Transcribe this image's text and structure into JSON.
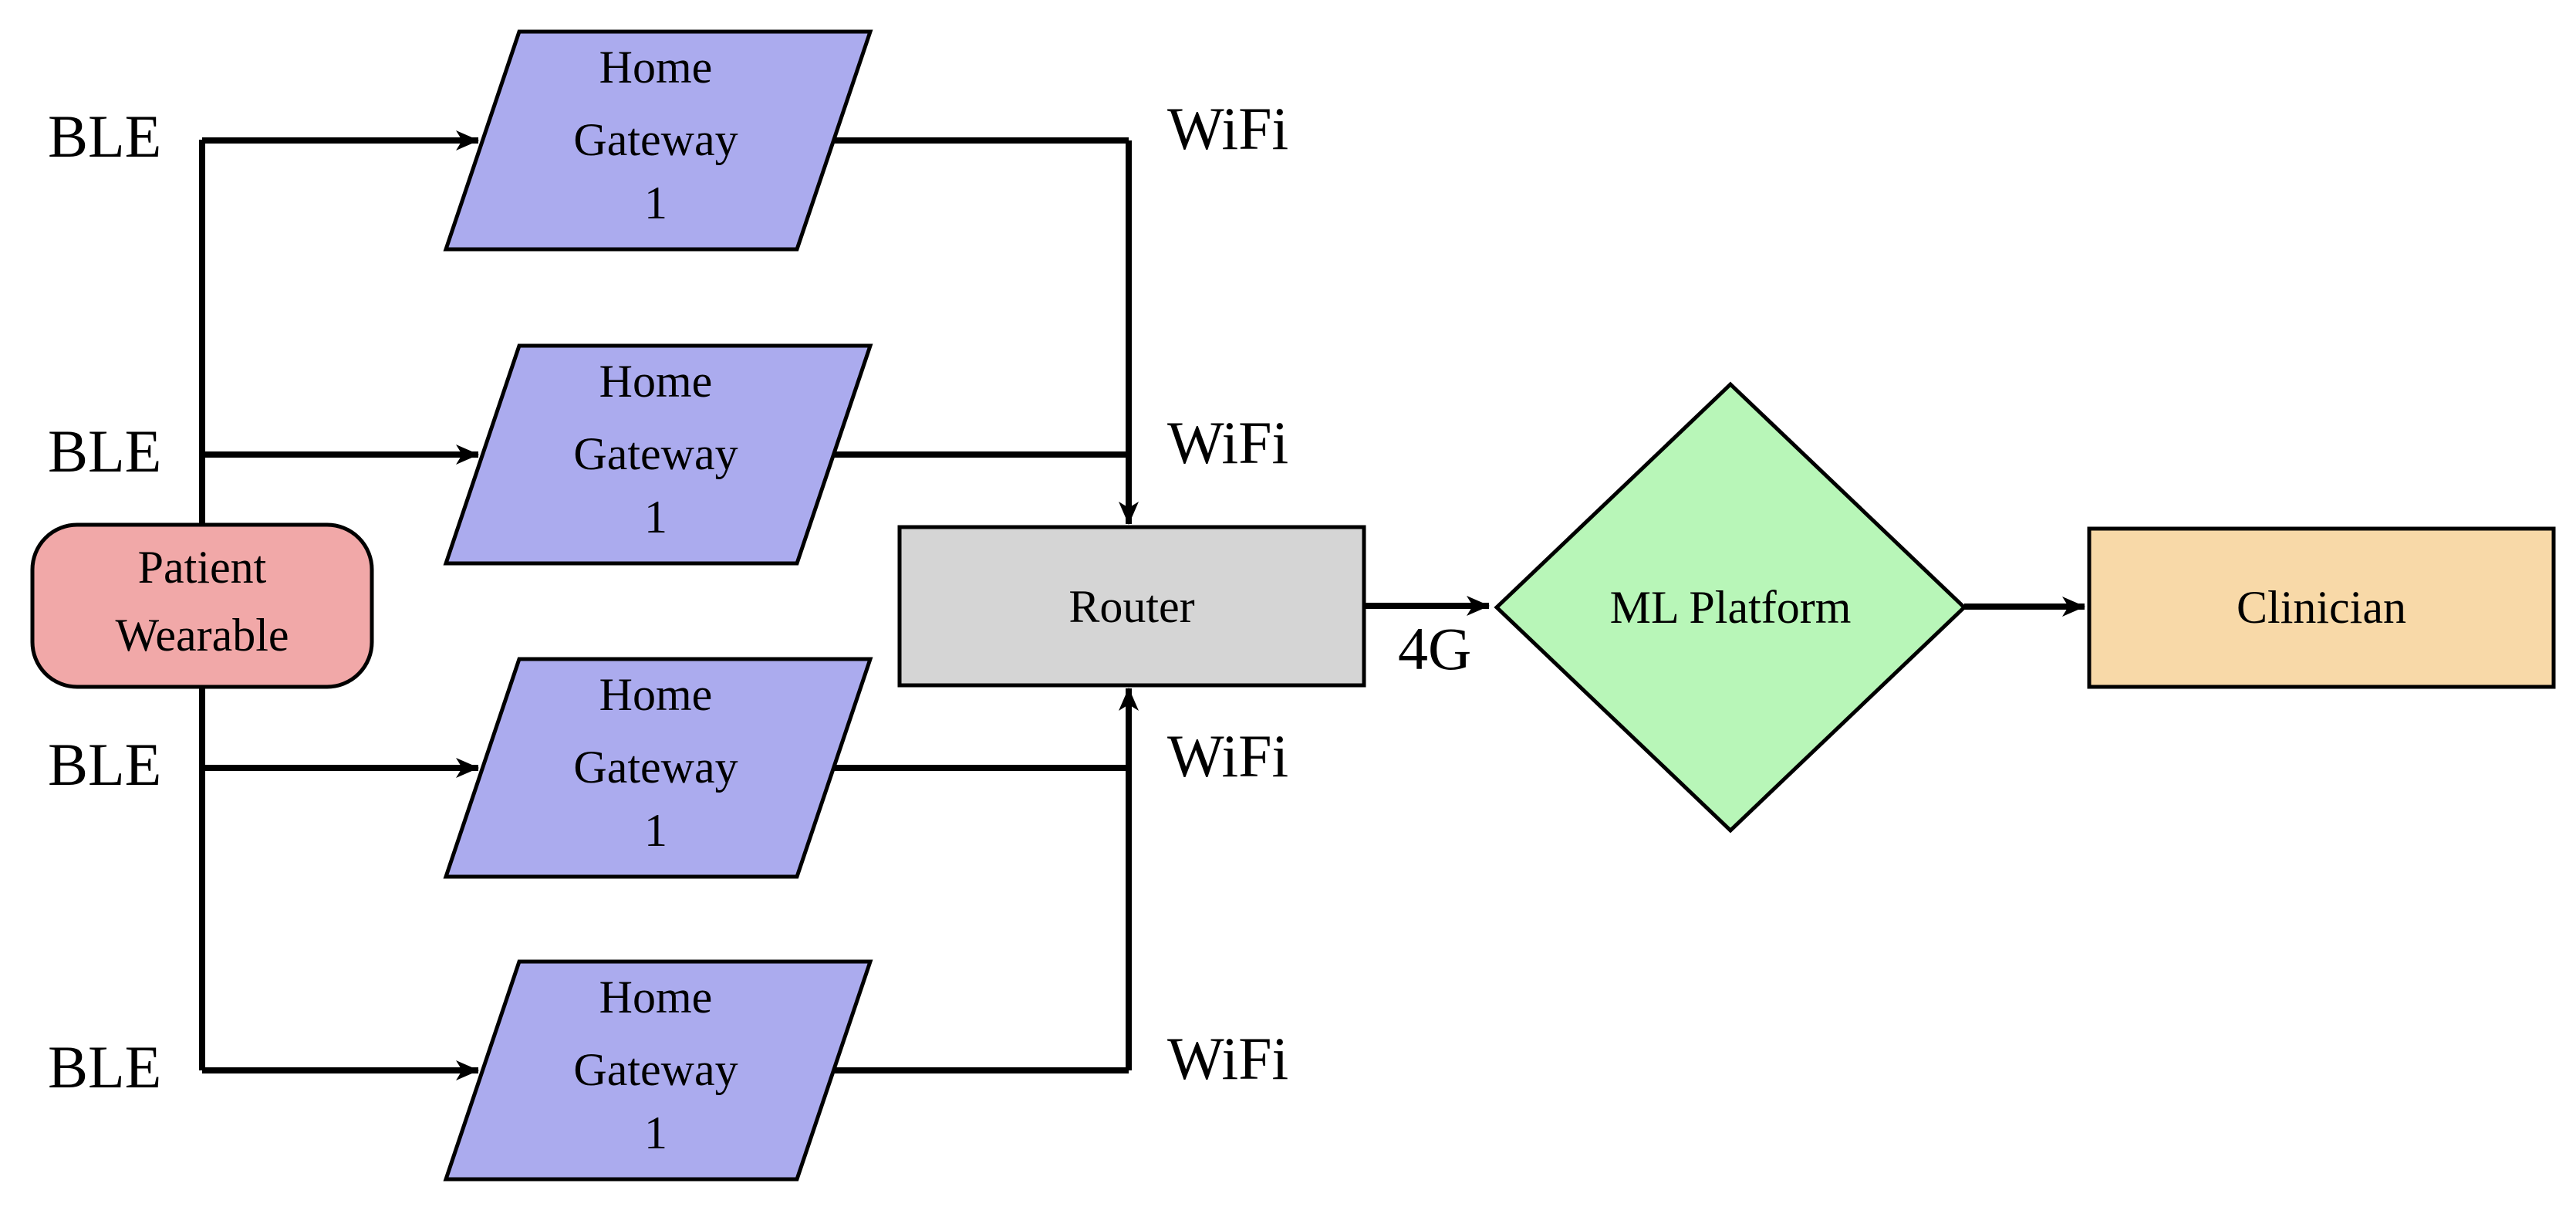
{
  "colors": {
    "patient_fill": "#F1A8A8",
    "gateway_fill": "#ABABEE",
    "router_fill": "#D5D5D5",
    "ml_fill": "#B8F6B8",
    "clinician_fill": "#F8D9A8",
    "line": "#000000"
  },
  "nodes": {
    "patient": {
      "line1": "Patient",
      "line2": "Wearable",
      "shape": "rounded-rectangle"
    },
    "gateway": {
      "line1": "Home",
      "line2": "Gateway",
      "line3": "1",
      "shape": "parallelogram",
      "count": 4
    },
    "router": {
      "label": "Router",
      "shape": "rectangle"
    },
    "ml_platform": {
      "label": "ML Platform",
      "shape": "diamond"
    },
    "clinician": {
      "label": "Clinician",
      "shape": "rectangle"
    }
  },
  "edge_labels": {
    "ble": "BLE",
    "wifi": "WiFi",
    "cellular": "4G"
  },
  "connections": [
    "Patient Wearable -BLE-> Home Gateway 1 (x4)",
    "Home Gateway 1 -WiFi-> Router (x4)",
    "Router -4G-> ML Platform",
    "ML Platform -> Clinician"
  ]
}
